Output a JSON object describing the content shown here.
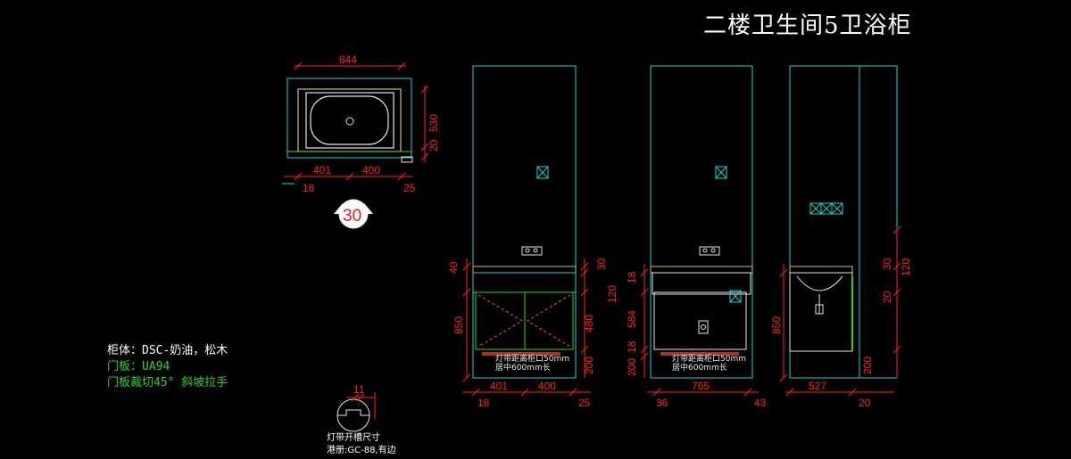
{
  "title": "二楼卫生间5卫浴柜",
  "materials": {
    "cabinet": "柜体：DSC-奶油，松木",
    "door": "门板：UA94",
    "door_cut": "门板裁切45° 斜坡拉手"
  },
  "groove": {
    "label": "灯带开槽尺寸",
    "spec": "港册:GC-88,有边",
    "dim": "11"
  },
  "section_mark": "30",
  "notes": {
    "light_a1": "灯带距离柜口50mm",
    "light_a2": "居中600mm长",
    "light_b1": "灯带距离柜口50mm",
    "light_b2": "居中600mm长"
  },
  "plan_dims": {
    "width": "844",
    "depth": "530",
    "edge": "20",
    "left_part": "401",
    "right_part": "400",
    "left_off": "18",
    "right_off": "25"
  },
  "front_a_dims": {
    "top_thk": "40",
    "body": "850",
    "left_part": "401",
    "right_part": "400",
    "left_off": "18",
    "right_off": "25",
    "r1": "30",
    "r2": "120",
    "r3": "480",
    "r4": "200"
  },
  "front_b_dims": {
    "l1": "18",
    "l2": "584",
    "l3": "18",
    "l4": "200",
    "width": "765",
    "left_off": "36",
    "right_off": "43"
  },
  "side_dims": {
    "body": "850",
    "r1": "30",
    "r2": "120",
    "r3": "20",
    "r4": "200",
    "depth": "527",
    "right_off": "20"
  }
}
